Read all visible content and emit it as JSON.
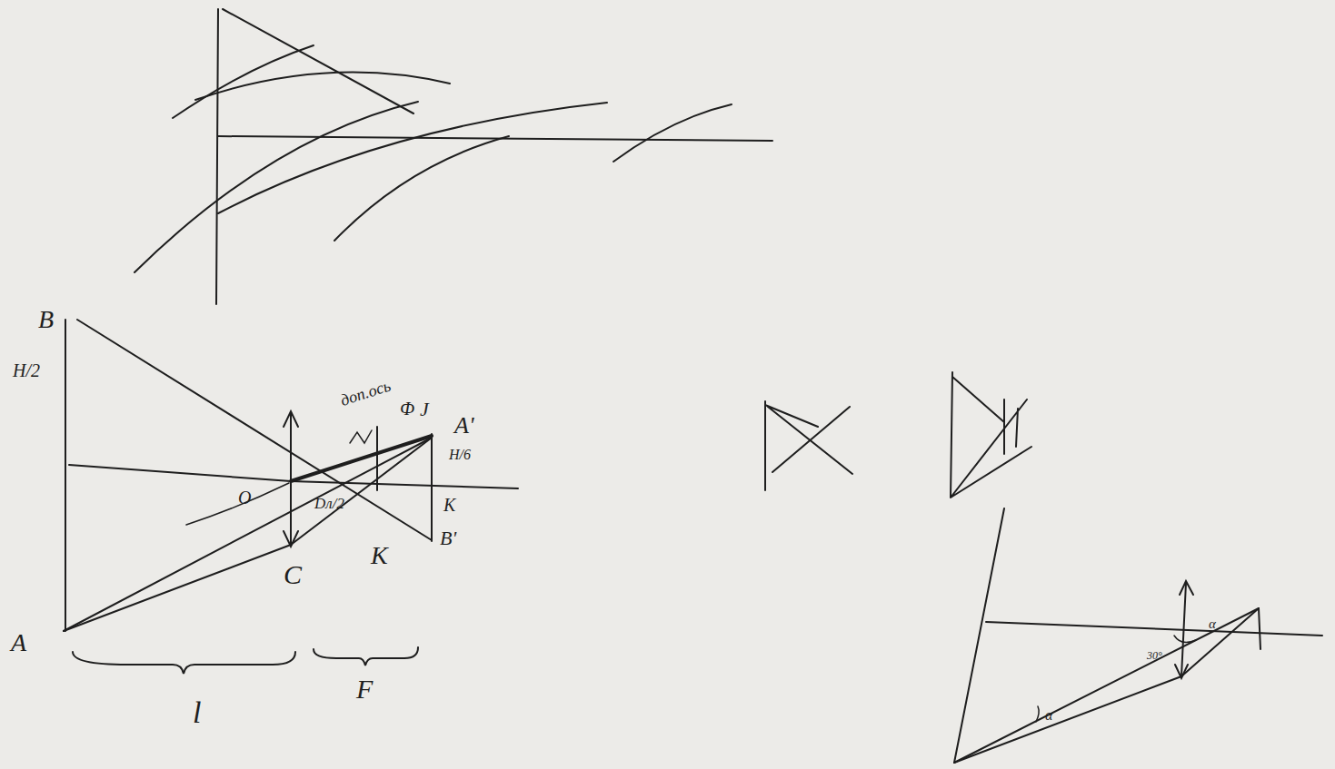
{
  "diagram": {
    "labels": [
      "B",
      "H/2",
      "A",
      "O",
      "C",
      "доп.ось",
      "Ф",
      "J",
      "A'",
      "H/6",
      "K",
      "B'",
      "Dл/2",
      "K",
      "F",
      "l",
      "α",
      "α",
      "30°"
    ]
  }
}
